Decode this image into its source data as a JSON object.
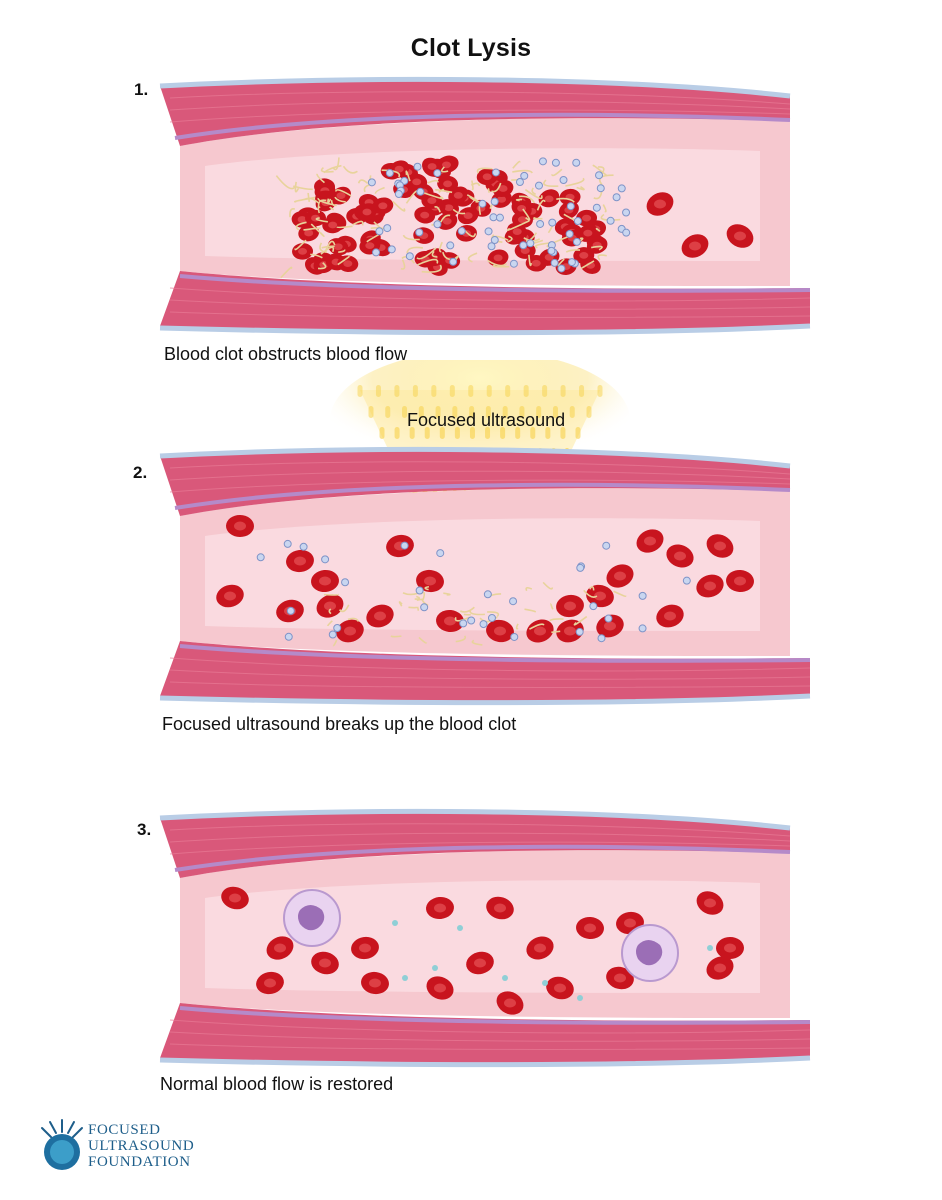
{
  "title": "Clot Lysis",
  "steps": [
    {
      "number": "1.",
      "caption": "Blood clot obstructs blood flow"
    },
    {
      "number": "2.",
      "caption": "Focused ultrasound breaks up the blood clot",
      "beam_label": "Focused ultrasound"
    },
    {
      "number": "3.",
      "caption": "Normal blood flow is restored"
    }
  ],
  "logo": {
    "line1": "Focused",
    "line2": "Ultrasound",
    "line3": "Foundation"
  },
  "colors": {
    "vessel_wall": "#d9587a",
    "vessel_lumen": "#f6c8cf",
    "red_cell": "#c8141e",
    "fibrin": "#e8d39b",
    "platelet": "#c9d6f0",
    "ultrasound": "#f6d14a",
    "logo": "#1e5e8a"
  }
}
